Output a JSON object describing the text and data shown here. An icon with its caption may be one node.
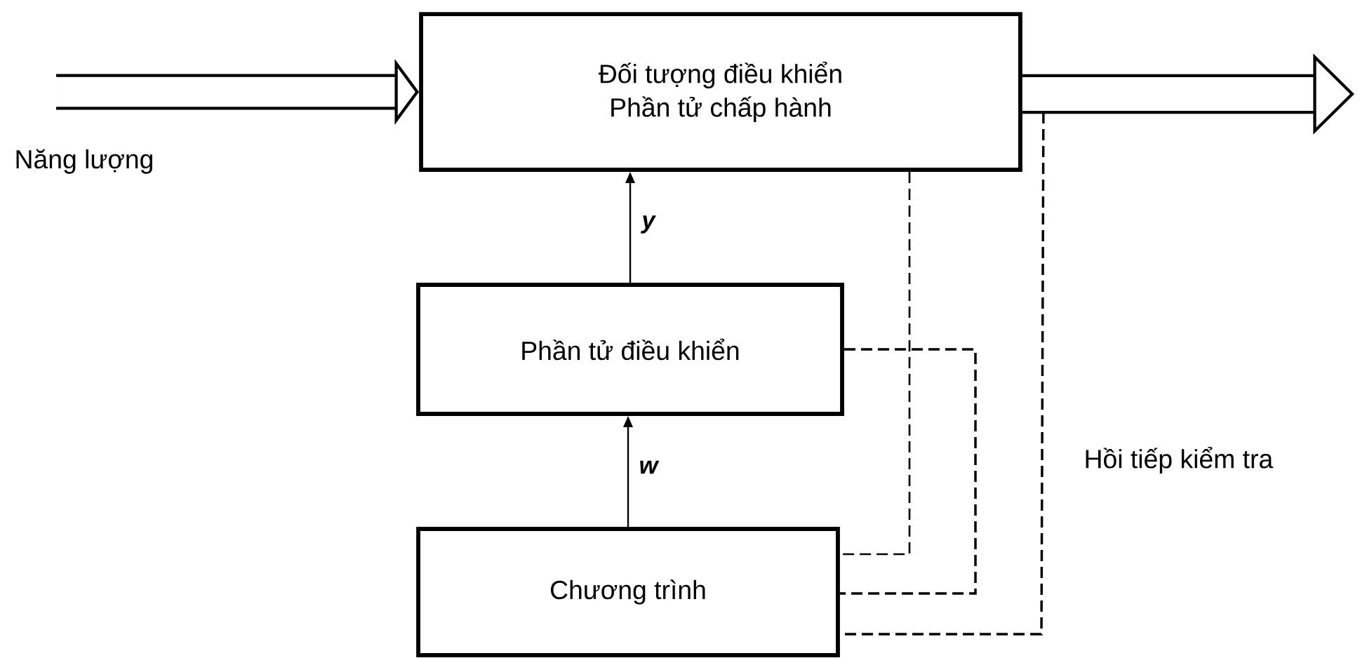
{
  "diagram": {
    "nodes": [
      {
        "text": [
          "Đối tượng điều khiển",
          "Phần tử chấp hành"
        ]
      },
      {
        "text": [
          "Phần tử điều khiển"
        ]
      },
      {
        "text": [
          "Chương trình"
        ]
      }
    ],
    "edges": [
      {
        "from": null,
        "to": 0,
        "arrow": "to",
        "style": "thick"
      },
      {
        "from": 0,
        "to": null,
        "arrow": "to",
        "style": "thick"
      },
      {
        "from": 1,
        "to": 0,
        "arrow": "to",
        "label": "y"
      },
      {
        "from": 2,
        "to": 1,
        "arrow": "to",
        "label": "w"
      },
      {
        "from": 0,
        "to": 2,
        "arrow": "none",
        "style": "dashed"
      },
      {
        "from": 1,
        "to": 2,
        "arrow": "none",
        "style": "dashed"
      },
      {
        "from": 0,
        "to": 2,
        "arrow": "none",
        "style": "dashed"
      }
    ],
    "labels": [
      "Năng lượng",
      "Hồi tiếp kiểm tra"
    ]
  }
}
